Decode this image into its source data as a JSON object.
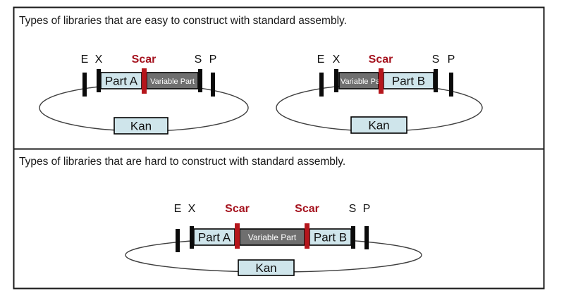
{
  "titles": {
    "easy": "Types of libraries that are easy to construct with standard assembly.",
    "hard": "Types of libraries that are hard to construct with standard assembly."
  },
  "sites": {
    "e": "E",
    "x": "X",
    "scar": "Scar",
    "s": "S",
    "p": "P"
  },
  "parts": {
    "part_a": "Part A",
    "part_b": "Part B",
    "variable": "Variable Part",
    "kan": "Kan"
  },
  "colors": {
    "part_fill": "#cfe5eb",
    "variable_fill": "#6f6f6f",
    "scar_bar": "#b5161c",
    "scar_text": "#a5121e"
  }
}
